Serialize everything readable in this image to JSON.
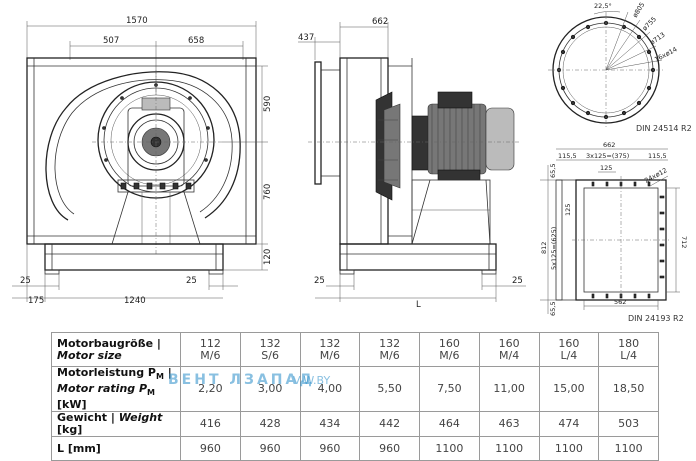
{
  "drawing": {
    "front_view": {
      "dims": {
        "overall_width": "1570",
        "inlet_left": "507",
        "inlet_right": "658",
        "height_upper": "590",
        "height_lower": "760",
        "base_height": "120",
        "foot_left": "25",
        "foot_right": "25",
        "offset": "175",
        "foot_span": "1240"
      }
    },
    "side_view": {
      "dims": {
        "width": "662",
        "inlet_depth": "437",
        "foot_left": "25",
        "foot_right": "25",
        "length_symbol": "L"
      }
    },
    "flange_round": {
      "angle": "22,5°",
      "dia_1": "ø805",
      "dia_2": "ø755",
      "dia_3": "ø713",
      "holes": "16xø14",
      "standard": "DIN 24514 R2"
    },
    "flange_rect": {
      "width_total": "662",
      "edge_left": "115,5",
      "hole_pitch_top": "3x125=(375)",
      "edge_right": "115,5",
      "hole_spacing": "125",
      "edge_top": "65,5",
      "small_dim": "125",
      "hole_pitch_side": "5x125=(625)",
      "height_total": "812",
      "inner_height": "712",
      "inner_width": "562",
      "edge_bottom": "65,5",
      "holes": "24xø12",
      "standard": "DIN 24193 R2"
    }
  },
  "table": {
    "headers": {
      "motor_size_de": "Motorbaugröße |",
      "motor_size_en": "Motor size",
      "rating_de": "Motorleistung P",
      "rating_de_sub": "M",
      "rating_de_tail": " |",
      "rating_en": "Motor rating P",
      "rating_en_sub": "M",
      "rating_en_unit": " [kW]",
      "weight_de": "Gewicht |",
      "weight_en": "Weight",
      "weight_unit": " [kg]",
      "length": "L [mm]"
    },
    "motor_sizes": [
      {
        "top": "112",
        "bottom": "M/6"
      },
      {
        "top": "132",
        "bottom": "S/6"
      },
      {
        "top": "132",
        "bottom": "M/6"
      },
      {
        "top": "132",
        "bottom": "M/6"
      },
      {
        "top": "160",
        "bottom": "M/6"
      },
      {
        "top": "160",
        "bottom": "M/4"
      },
      {
        "top": "160",
        "bottom": "L/4"
      },
      {
        "top": "180",
        "bottom": "L/4"
      }
    ],
    "ratings": [
      "2,20",
      "3,00",
      "4,00",
      "5,50",
      "7,50",
      "11,00",
      "15,00",
      "18,50"
    ],
    "weights": [
      "416",
      "428",
      "434",
      "442",
      "464",
      "463",
      "474",
      "503"
    ],
    "lengths": [
      "960",
      "960",
      "960",
      "960",
      "1100",
      "1100",
      "1100",
      "1100"
    ]
  },
  "watermark": {
    "text": "ВЕНТ ЛЗАПАД",
    "site": "V-W.BY"
  }
}
